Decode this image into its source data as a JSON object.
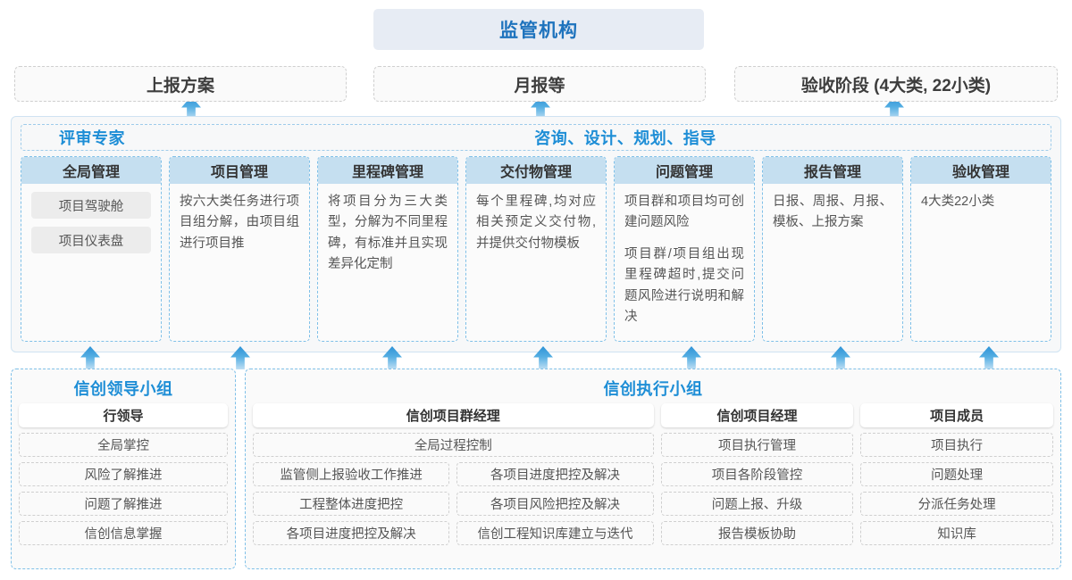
{
  "top": {
    "regulator_label": "监管机构",
    "reports": [
      {
        "label": "上报方案"
      },
      {
        "label": "月报等"
      },
      {
        "label": "验收阶段 (4大类, 22小类)"
      }
    ]
  },
  "middle": {
    "left_role_label": "评审专家",
    "right_role_label": "咨询、设计、规划、指导",
    "cards": [
      {
        "title": "全局管理",
        "pills": [
          "项目驾驶舱",
          "项目仪表盘"
        ],
        "paragraphs": []
      },
      {
        "title": "项目管理",
        "pills": [],
        "paragraphs": [
          "按六大类任务进行项目组分解，由项目组进行项目推"
        ]
      },
      {
        "title": "里程碑管理",
        "pills": [],
        "paragraphs": [
          "将项目分为三大类型，分解为不同里程碑，有标准并且实现差异化定制"
        ]
      },
      {
        "title": "交付物管理",
        "pills": [],
        "paragraphs": [
          "每个里程碑,均对应相关预定义交付物,并提供交付物模板"
        ]
      },
      {
        "title": "问题管理",
        "pills": [],
        "paragraphs": [
          "项目群和项目均可创建问题风险",
          "项目群/项目组出现里程碑超时,提交问题风险进行说明和解决"
        ]
      },
      {
        "title": "报告管理",
        "pills": [],
        "paragraphs": [
          "日报、周报、月报、模板、上报方案"
        ]
      },
      {
        "title": "验收管理",
        "pills": [],
        "paragraphs": [
          "4大类22小类"
        ]
      }
    ]
  },
  "bottom": {
    "leader_group": {
      "title": "信创领导小组",
      "columns": [
        {
          "head": "行领导",
          "items": [
            "全局掌控",
            "风险了解推进",
            "问题了解推进",
            "信创信息掌握"
          ]
        }
      ]
    },
    "exec_group": {
      "title": "信创执行小组",
      "manager_column": {
        "head": "信创项目群经理",
        "full_item": "全局过程控制",
        "left_items": [
          "监管侧上报验收工作推进",
          "工程整体进度把控",
          "各项目进度把控及解决"
        ],
        "right_items": [
          "各项目进度把控及解决",
          "各项目风险把控及解决",
          "信创工程知识库建立与迭代"
        ]
      },
      "columns": [
        {
          "head": "信创项目经理",
          "items": [
            "项目执行管理",
            "项目各阶段管控",
            "问题上报、升级",
            "报告模板协助"
          ]
        },
        {
          "head": "项目成员",
          "items": [
            "项目执行",
            "问题处理",
            "分派任务处理",
            "知识库"
          ]
        }
      ]
    }
  },
  "arrows": {
    "to_regulator_count": 3,
    "to_middle_count": 7
  },
  "colors": {
    "accent_blue": "#1e8ed6",
    "header_blue": "#1e73bd",
    "card_head_bg": "#c5dff0",
    "regulator_bg": "#e7ecf4",
    "arrow_gradient_top": "#2f93d6",
    "arrow_gradient_bottom": "#bfdff4",
    "dashed_gray": "#cfcfcf",
    "dashed_blue": "#7fc0e8"
  }
}
